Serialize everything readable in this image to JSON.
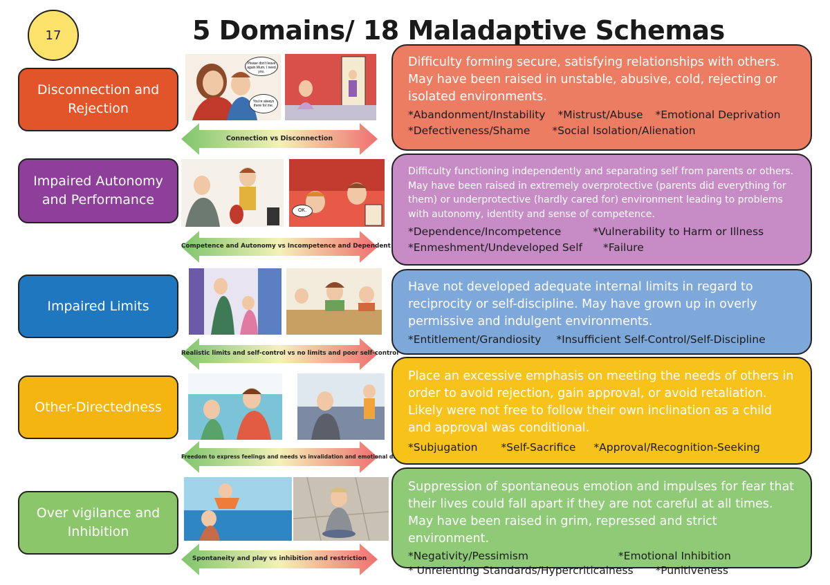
{
  "page_number": "17",
  "title": "5 Domains/ 18 Maladaptive Schemas",
  "colors": {
    "disconnection": "#e2542a",
    "autonomy": "#8d3f9a",
    "limits": "#1f77c0",
    "other": "#f5b511",
    "inhibition": "#8cc66a"
  },
  "domains": [
    {
      "name": "Disconnection and Rejection",
      "arrow_label": "Connection vs Disconnection",
      "description": "Difficulty forming secure, satisfying relationships with others. May have been raised in unstable, abusive, cold, rejecting or isolated environments.",
      "schema_rows": [
        [
          "*Abandonment/Instability",
          "*Mistrust/Abuse",
          "*Emotional Deprivation"
        ],
        [
          "*Defectiveness/Shame",
          "*Social Isolation/Alienation"
        ]
      ],
      "speech": [
        "Please don't leave again Mum. I need you.",
        "You're always there for me."
      ]
    },
    {
      "name": "Impaired Autonomy and Performance",
      "arrow_label": "Competence and Autonomy vs Incompetence and Dependent",
      "description": "Difficulty functioning independently and separating self from parents or others. May have been raised in extremely overprotective (parents did everything for them) or underprotective (hardly cared for) environment leading to problems with autonomy, identity and sense of competence.",
      "schema_rows": [
        [
          "*Dependence/Incompetence",
          "*Vulnerability to Harm or Illness"
        ],
        [
          "*Enmeshment/Undeveloped Self",
          "*Failure"
        ]
      ],
      "speech": [
        "OK."
      ]
    },
    {
      "name": "Impaired Limits",
      "arrow_label": "Realistic limits and self-control vs no limits and poor self-control",
      "description": "Have not developed adequate internal limits in regard to reciprocity or self-discipline. May have grown up in overly permissive and indulgent environments.",
      "schema_rows": [
        [
          "*Entitlement/Grandiosity",
          "*Insufficient Self-Control/Self-Discipline"
        ]
      ]
    },
    {
      "name": "Other-Directedness",
      "arrow_label": "Freedom to express feelings and needs vs invalidation and emotional disregard",
      "description": "Place an excessive emphasis on meeting the needs of others in order to avoid rejection, gain approval, or avoid retaliation. Likely were not free to follow their own inclination as a child and approval was conditional.",
      "schema_rows": [
        [
          "*Subjugation",
          "*Self-Sacrifice",
          "*Approval/Recognition-Seeking"
        ]
      ]
    },
    {
      "name": "Over vigilance and Inhibition",
      "arrow_label": "Spontaneity and play vs inhibition and restriction",
      "description": "Suppression of spontaneous emotion and impulses for fear that their lives could fall apart if they are not careful at all times. May have been raised in grim, repressed and strict environment.",
      "schema_rows": [
        [
          "*Negativity/Pessimism",
          "*Emotional Inhibition"
        ],
        [
          "* Unrelenting Standards/Hypercriticalness",
          "*Punitiveness"
        ]
      ]
    }
  ]
}
